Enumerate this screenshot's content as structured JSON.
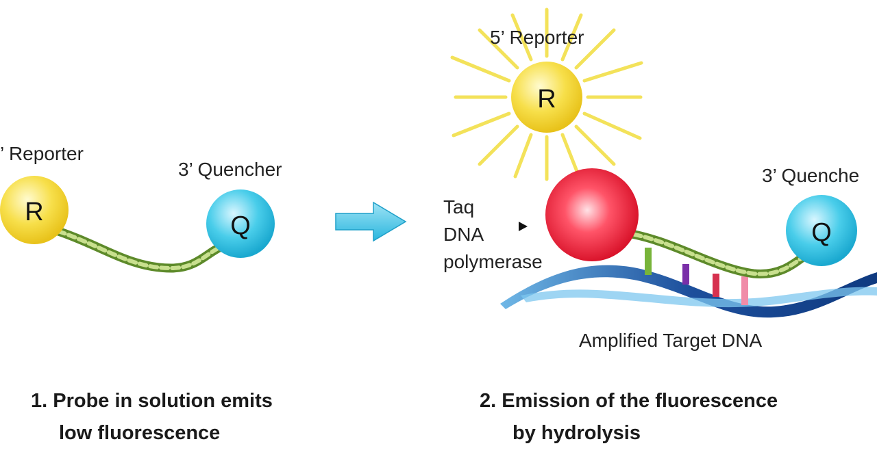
{
  "panel1": {
    "reporter_label": "’ Reporter",
    "reporter_letter": "R",
    "quencher_label": "3’ Quencher",
    "quencher_letter": "Q",
    "caption_line1": "1. Probe in solution emits",
    "caption_line2": "low fluorescence"
  },
  "panel2": {
    "reporter_label": "5’ Reporter",
    "reporter_letter": "R",
    "quencher_label": "3’ Quenche",
    "quencher_letter": "Q",
    "polymerase_line1": "Taq",
    "polymerase_line2": "DNA",
    "polymerase_line3": "polymerase",
    "target_label": "Amplified Target DNA",
    "caption_line1": "2. Emission of the fluorescence",
    "caption_line2": "by hydrolysis"
  },
  "colors": {
    "reporter": "#f2d23a",
    "quencher": "#34c6e6",
    "polymerase": "#e5122a",
    "probe_strand": "#a7c86a",
    "arrow": "#4fc7e6",
    "target_dna": "#1d4f9c",
    "rays": "#f3e25a"
  },
  "icons": {
    "arrow": "right-arrow-icon",
    "pointer": "triangle-pointer-icon"
  }
}
